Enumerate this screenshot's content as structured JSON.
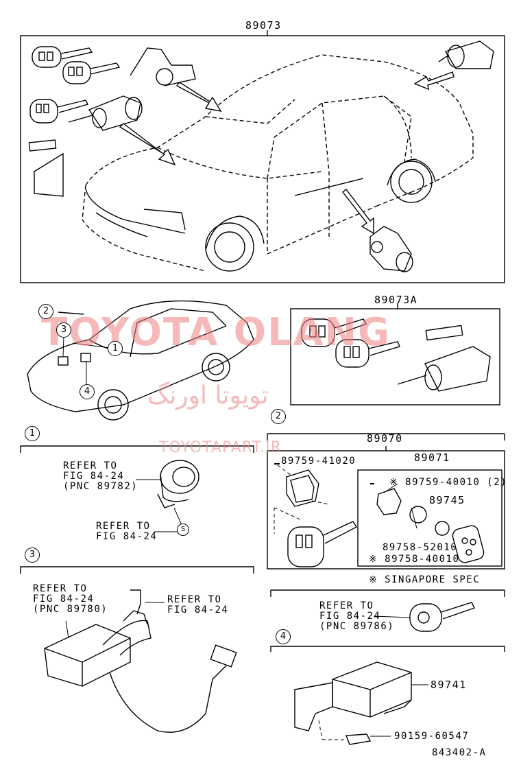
{
  "figure_code": "843402-A",
  "watermark": {
    "brand": "TOYOTA OLANG",
    "brand_fa": "تویوتا اورنگ",
    "site": "TOYOTAPART.IR"
  },
  "top_section": {
    "part_no": "89073"
  },
  "locator": {
    "callouts": [
      "1",
      "2",
      "3",
      "4"
    ]
  },
  "section_89073A": {
    "part_no": "89073A"
  },
  "section1": {
    "num": "1",
    "ref1": "REFER TO\nFIG 84-24\n(PNC 89782)",
    "ref2": "REFER TO\nFIG 84-24",
    "s_marker": "S"
  },
  "section2": {
    "num": "2",
    "part_89070": "89070",
    "part_89071": "89071",
    "screw_a": "89759-41020",
    "screw_b": "※ 89759-40010 (2)",
    "battery": "89745",
    "gasket_a": "89758-52010",
    "gasket_b": "※ 89758-40010",
    "note": "※ SINGAPORE SPEC"
  },
  "section_key": {
    "ref": "REFER TO\nFIG 84-24\n(PNC 89786)"
  },
  "section3": {
    "num": "3",
    "ref1": "REFER TO\nFIG 84-24\n(PNC 89780)",
    "ref2": "REFER TO\nFIG 84-24"
  },
  "section4": {
    "num": "4",
    "part_a": "89741",
    "part_b": "90159-60547"
  }
}
